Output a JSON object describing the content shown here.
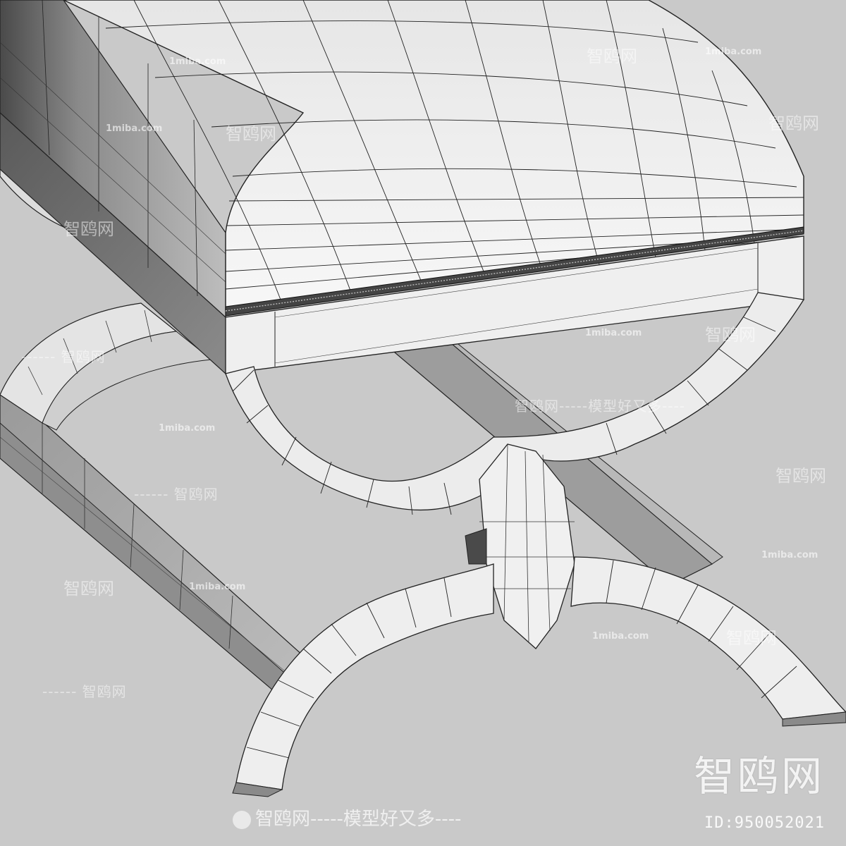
{
  "image": {
    "subject": "wireframe render of an upholstered bench with X-shaped curved legs",
    "background_color": "#c9c9c9"
  },
  "watermarks": {
    "site_small": "1miba.com",
    "brand_cn": "智鸥网",
    "tagline_line": "智鸥网-----模型好又多----",
    "repeat_line": "------ 智鸥网",
    "footer": "智鸥网-----模型好又多----",
    "brand_big": "智鸥网",
    "id_label": "ID:950052021"
  }
}
